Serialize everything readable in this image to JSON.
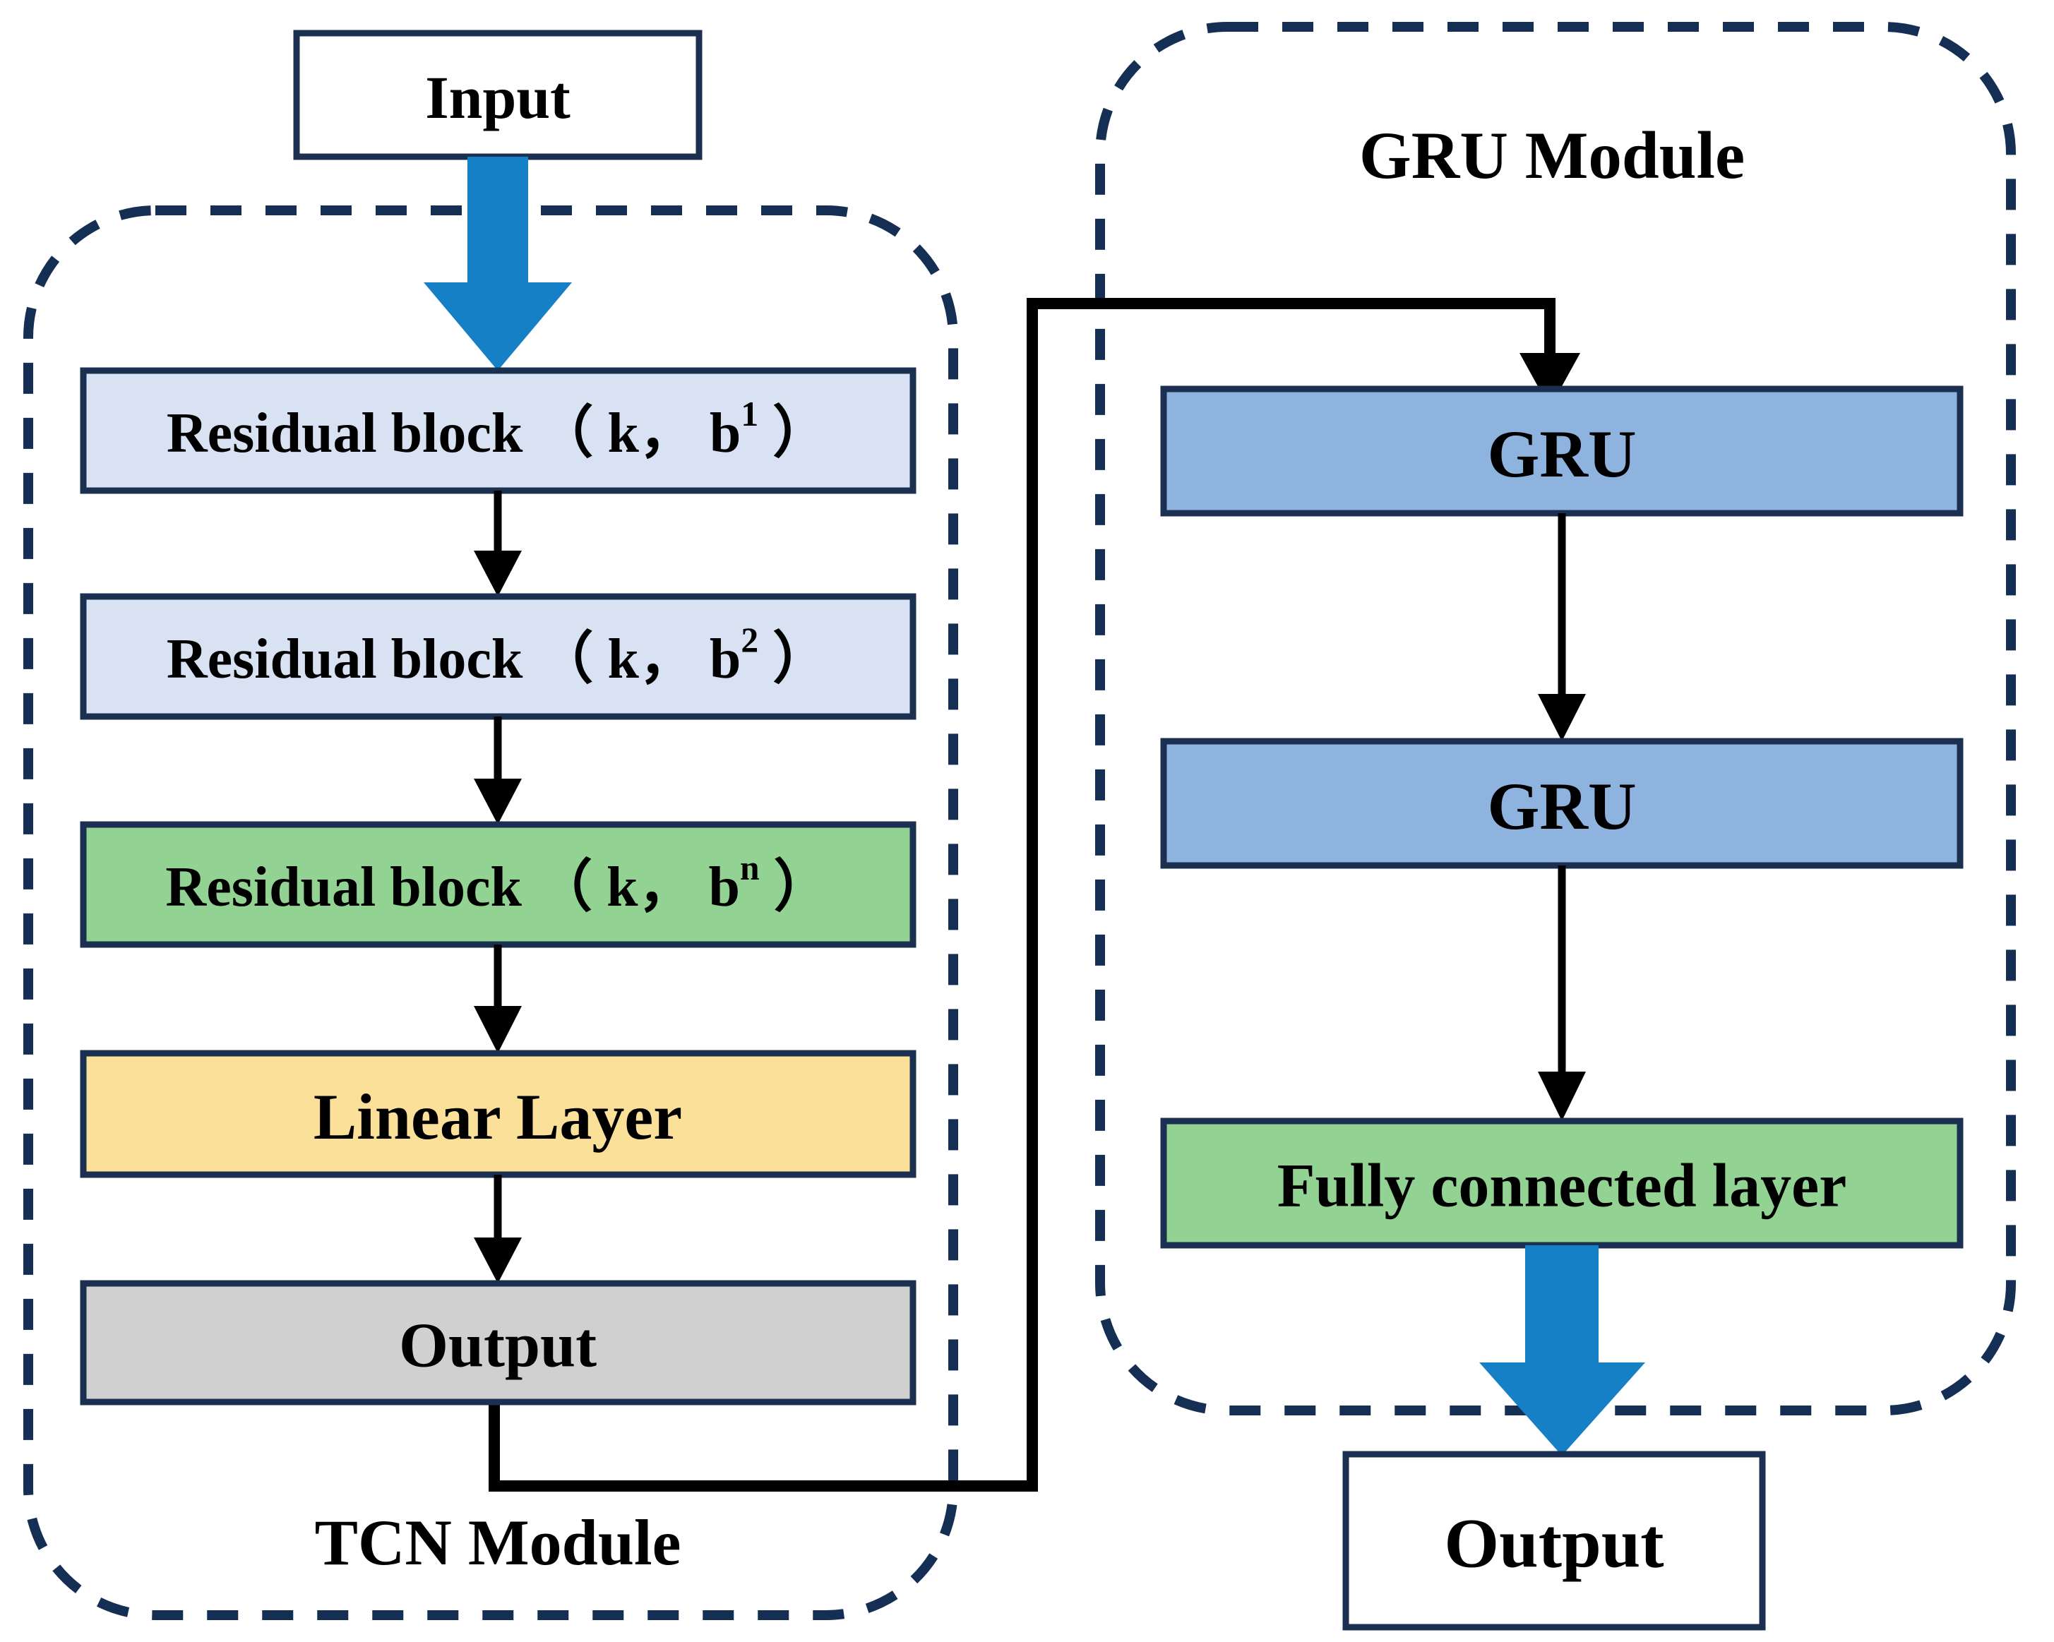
{
  "figure": {
    "title": "TCN-GRU hybrid network architecture diagram",
    "type": "flowchart"
  },
  "colors": {
    "dashed_border": "#152E54",
    "node_border": "#1B3050",
    "fat_arrow_blue": "#1580C6",
    "residual_light_blue": "#D9E2F3",
    "residual_green": "#92D293",
    "linear_yellow": "#FBE09A",
    "output_grey": "#D0D0D0",
    "gru_blue": "#8FB3DF",
    "fc_green": "#92D293",
    "plain_white": "#FFFFFF"
  },
  "nodes": {
    "input": {
      "label": "Input"
    },
    "residual_1": {
      "label": "Residual block （ k， b",
      "sup": "1",
      "tail": " ）"
    },
    "residual_2": {
      "label": "Residual block  （ k， b",
      "sup": "2",
      "tail": " ）"
    },
    "residual_n": {
      "label": "Residual block  （ k， b",
      "sup": "n",
      "tail": " ）"
    },
    "linear_layer": {
      "label": "Linear Layer"
    },
    "tcn_output": {
      "label": "Output"
    },
    "gru_1": {
      "label": "GRU"
    },
    "gru_2": {
      "label": "GRU"
    },
    "fully_connected": {
      "label": "Fully connected layer"
    },
    "final_output": {
      "label": "Output"
    }
  },
  "modules": {
    "tcn": {
      "label": "TCN Module"
    },
    "gru": {
      "label": "GRU Module"
    }
  },
  "connections": [
    {
      "from": "input",
      "to": "residual_1",
      "style": "fat-blue-arrow"
    },
    {
      "from": "residual_1",
      "to": "residual_2",
      "style": "thin-black-arrow"
    },
    {
      "from": "residual_2",
      "to": "residual_n",
      "style": "thin-black-arrow"
    },
    {
      "from": "residual_n",
      "to": "linear_layer",
      "style": "thin-black-arrow"
    },
    {
      "from": "linear_layer",
      "to": "tcn_output",
      "style": "thin-black-arrow"
    },
    {
      "from": "tcn_output",
      "to": "gru_1",
      "style": "routed-black-line"
    },
    {
      "from": "gru_1",
      "to": "gru_2",
      "style": "thin-black-arrow"
    },
    {
      "from": "gru_2",
      "to": "fully_connected",
      "style": "thin-black-arrow"
    },
    {
      "from": "fully_connected",
      "to": "final_output",
      "style": "fat-blue-arrow"
    }
  ]
}
